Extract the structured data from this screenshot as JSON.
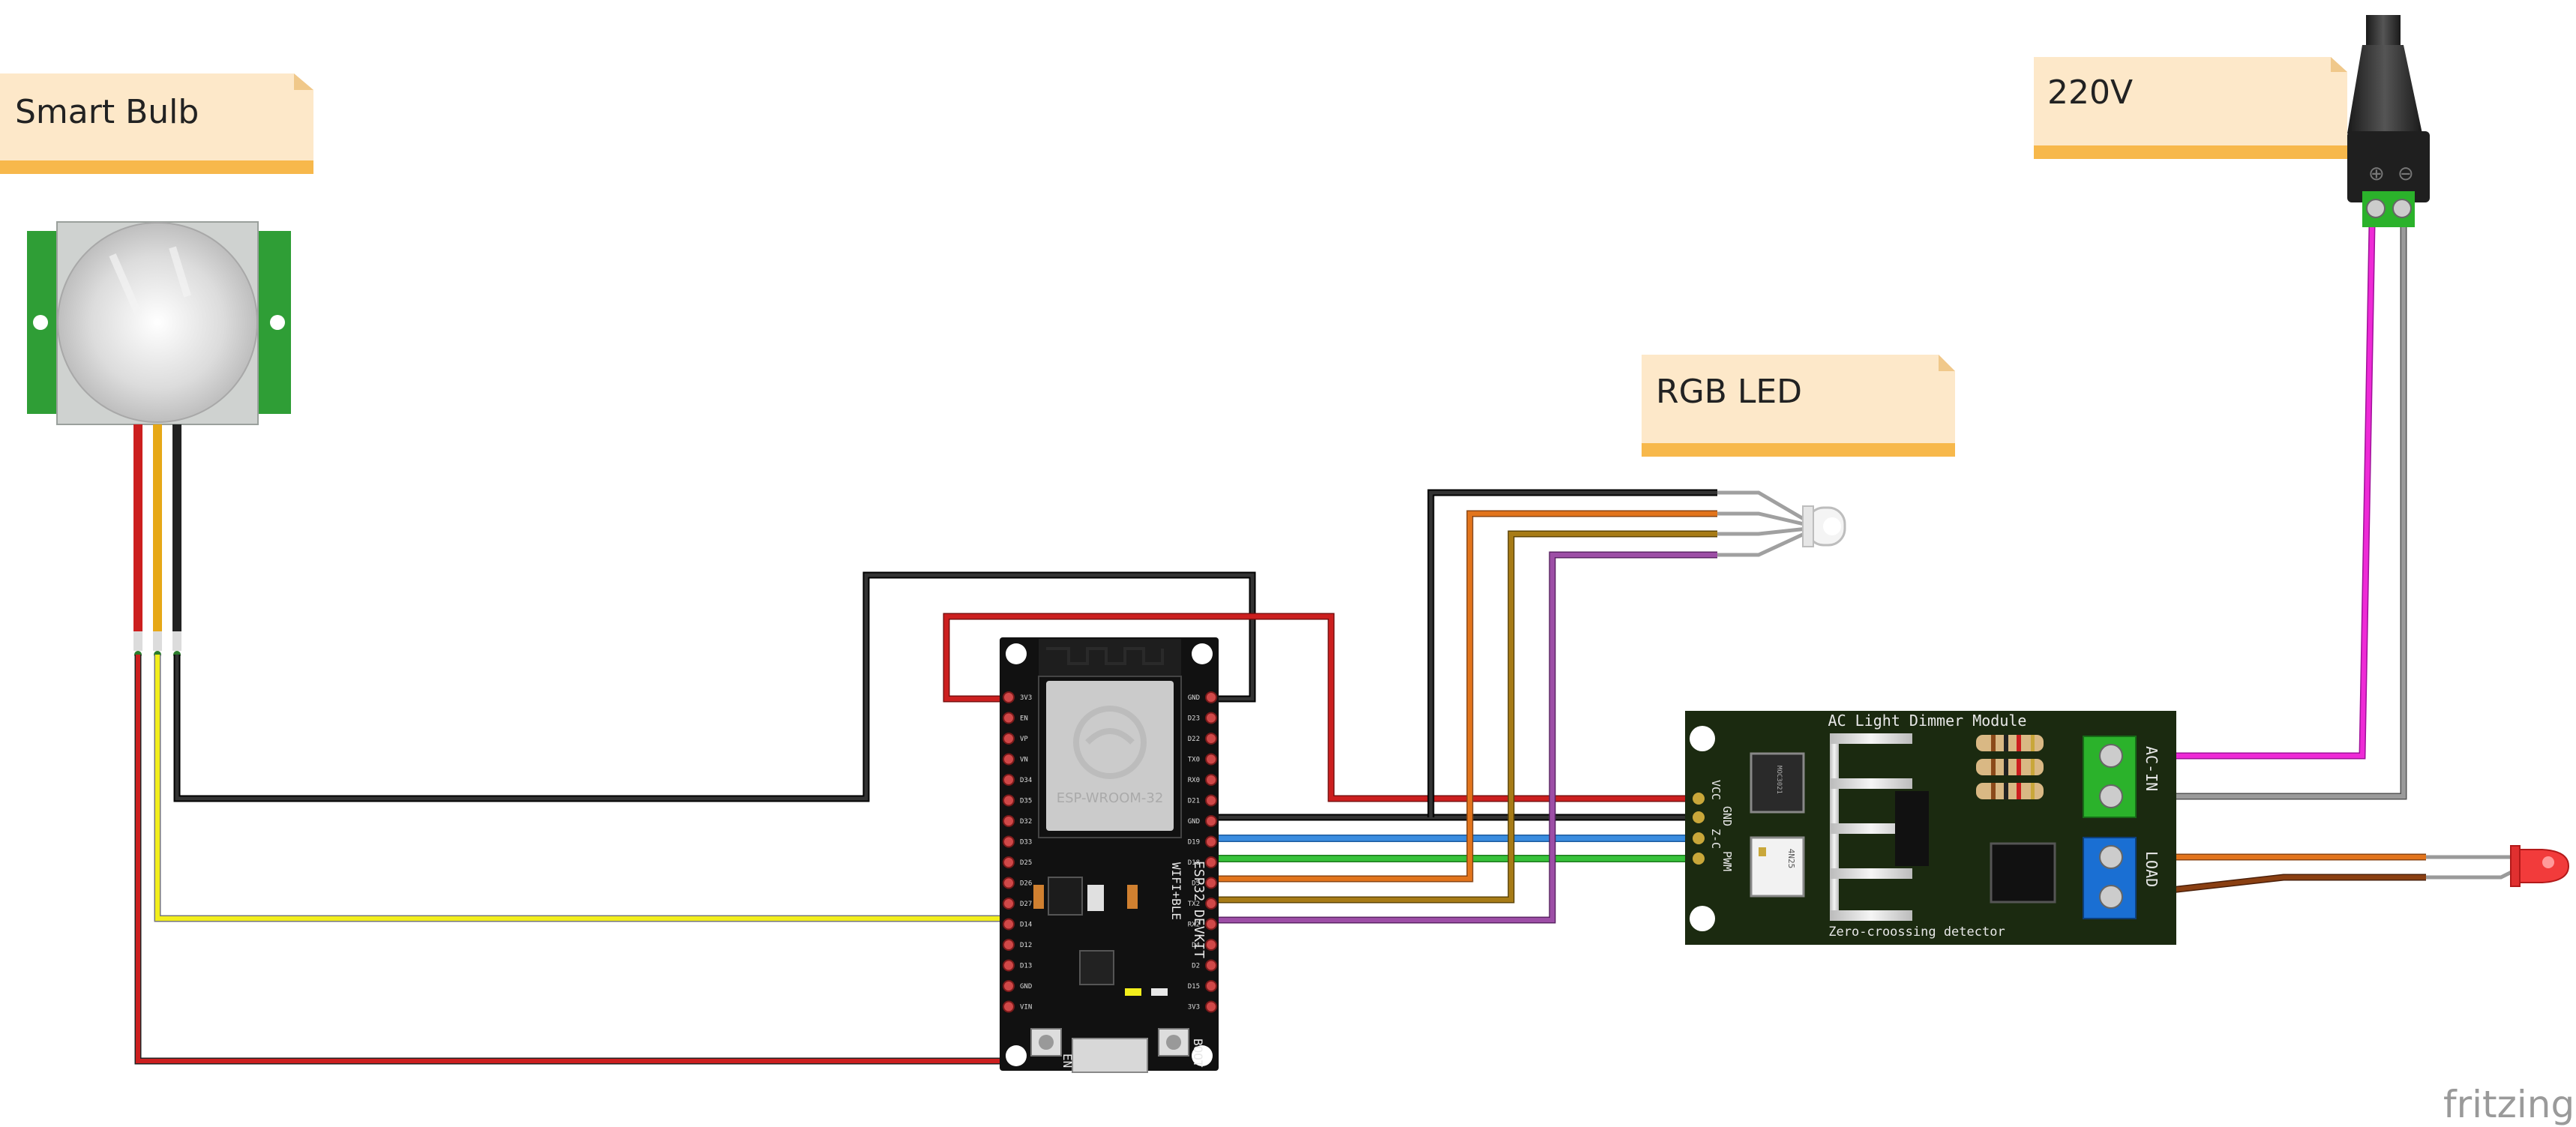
{
  "notes": {
    "pir": "Smart Bulb",
    "power": "220V",
    "led": "RGB LED"
  },
  "esp32": {
    "module_label": "ESP-WROOM-32",
    "board_label": "ESP32 DEVKIT",
    "sub_label": "WIFI+BLE",
    "btn_en": "EN",
    "btn_boot": "BOOT",
    "left_pins": [
      "3V3",
      "EN",
      "VP",
      "VN",
      "D34",
      "D35",
      "D32",
      "D33",
      "D25",
      "D26",
      "D27",
      "D14",
      "D12",
      "D13",
      "GND",
      "VIN"
    ],
    "right_pins": [
      "GND",
      "D23",
      "D22",
      "TX0",
      "RX0",
      "D21",
      "GND",
      "D19",
      "D18",
      "D5",
      "TX2",
      "RX2",
      "D4",
      "D2",
      "D15",
      "3V3"
    ]
  },
  "dimmer": {
    "title": "AC Light Dimmer Module",
    "footer": "Zero-croossing detector",
    "pin_labels": [
      "VCC",
      "GND",
      "Z-C",
      "PWM"
    ],
    "ac_in": "AC-IN",
    "load": "LOAD",
    "chip1": "MOC3021",
    "chip2": "4N25"
  },
  "colors": {
    "wire_red": "#cc1f1f",
    "wire_black": "#222222",
    "wire_yellow": "#f2ee1c",
    "wire_orange": "#e2741c",
    "wire_brown": "#a77b16",
    "wire_purple": "#9d4ea6",
    "wire_blue": "#3a8de0",
    "wire_green": "#37c23b",
    "wire_pink": "#ee2ad6",
    "wire_gray": "#8f8f8f",
    "note_bg": "#fde8c9",
    "note_band": "#f7b84b",
    "pcb_esp": "#111111",
    "pcb_dimmer": "#1b2a10"
  },
  "watermark": "fritzing"
}
